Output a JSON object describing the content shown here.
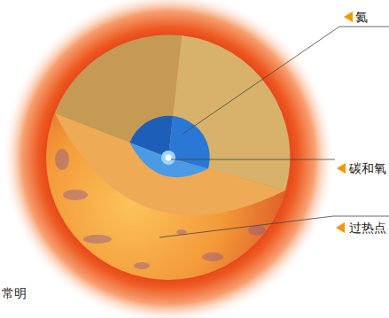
{
  "diagram": {
    "labels": [
      "氦",
      "碳和氧",
      "过热点",
      "常明"
    ]
  }
}
